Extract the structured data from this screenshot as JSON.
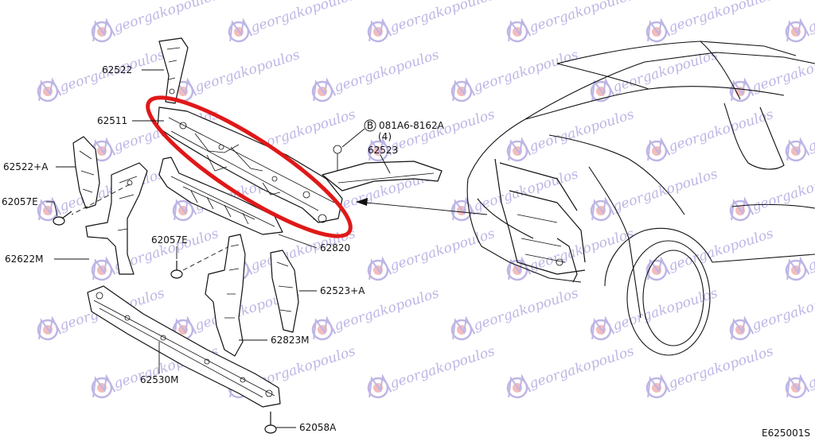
{
  "watermark": {
    "brand": "georgakopoulos",
    "color": "#8a7ad0",
    "accent": "#e05050"
  },
  "highlight": {
    "color": "#e01818"
  },
  "labels": {
    "p62522": "62522",
    "p62511": "62511",
    "p62522a": "62522+A",
    "p62057e_left": "62057E",
    "p62622m": "62622M",
    "p62057e_mid": "62057E",
    "p62820": "62820",
    "p62523a": "62523+A",
    "p62823m": "62823M",
    "p62530m": "62530M",
    "p62058a": "62058A",
    "p62523": "62523",
    "bolt_circle": "B",
    "bolt_code": "081A6-8162A",
    "bolt_qty": "(4)",
    "diagram_code": "E625001S"
  }
}
